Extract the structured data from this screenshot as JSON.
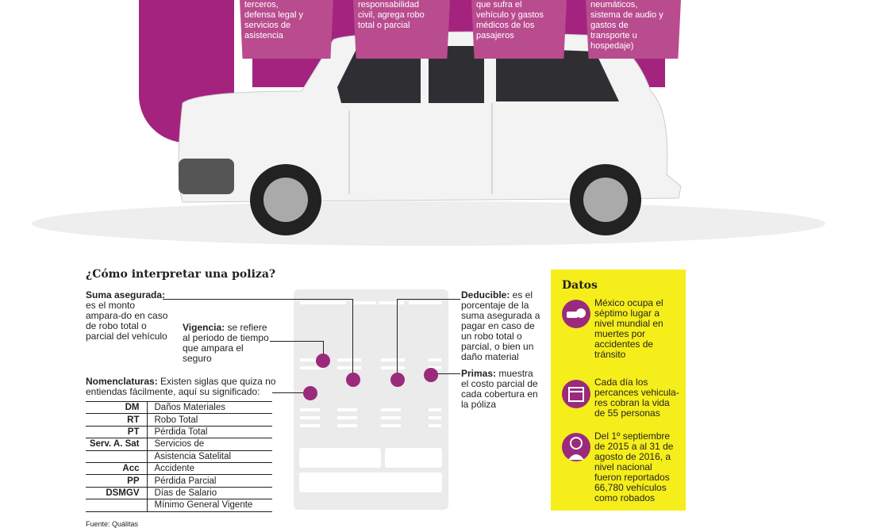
{
  "coverages": [
    "terceros,\ndefensa legal y\nservicios de\nasistencia",
    "responsabilidad\ncivil, agrega robo\ntotal o parcial",
    "que sufra el\nvehículo y gastos\nmédicos de los\npasajeros",
    "neumáticos,\nsistema de audio y\ngastos de\ntransporte u\nhospedaje)"
  ],
  "title": "¿Cómo interpretar una poliza?",
  "annotations": {
    "suma": {
      "term": "Suma asegurada:",
      "text": " es el monto ampara-do en caso de robo total o parcial del vehículo"
    },
    "vigencia": {
      "term": "Vigencia:",
      "text": " se refiere al periodo de tiempo que ampara el seguro"
    },
    "nomenclaturas": {
      "term": "Nomenclaturas:",
      "text": " Existen siglas que quiza no entiendas fácilmente, aquí su significado:"
    },
    "deducible": {
      "term": "Deducible:",
      "text": " es el porcentaje de la suma asegurada a pagar en caso de un robo total o parcial, o bien un daño material"
    },
    "primas": {
      "term": "Primas:",
      "text": " muestra el costo parcial de cada cobertura en la póliza"
    }
  },
  "nomenclature_table": [
    {
      "abbr": "DM",
      "meaning": "Daños Materiales"
    },
    {
      "abbr": "RT",
      "meaning": "Robo Total"
    },
    {
      "abbr": "PT",
      "meaning": "Pérdida Total"
    },
    {
      "abbr": "Serv. A. Sat",
      "meaning": "Servicios de"
    },
    {
      "abbr": "",
      "meaning": "Asistencia Satelital"
    },
    {
      "abbr": "Acc",
      "meaning": "Accidente"
    },
    {
      "abbr": "PP",
      "meaning": "Pérdida Parcial"
    },
    {
      "abbr": "DSMGV",
      "meaning": "Días de Salario"
    },
    {
      "abbr": "",
      "meaning": "Mínimo General Vigente"
    }
  ],
  "source": "Fuente: Quálitas",
  "datos": {
    "title": "Datos",
    "items": [
      {
        "icon": "car-crash-icon",
        "text": "México ocupa el séptimo lugar a nivel mundial en muertes por accidentes de tránsito"
      },
      {
        "icon": "calendar-icon",
        "text": "Cada día los percances vehicula-res cobran la vida de 55 personas"
      },
      {
        "icon": "thief-icon",
        "text": "Del 1º septiembre de 2015 a al 31 de agosto de 2016, a nivel nacional fueron reportados 66,780 vehículos como robados"
      }
    ]
  },
  "colors": {
    "magenta": "#a3237f",
    "box": "#b94c8e",
    "yellow": "#f5ee1b",
    "pin": "#9b2a7c"
  }
}
